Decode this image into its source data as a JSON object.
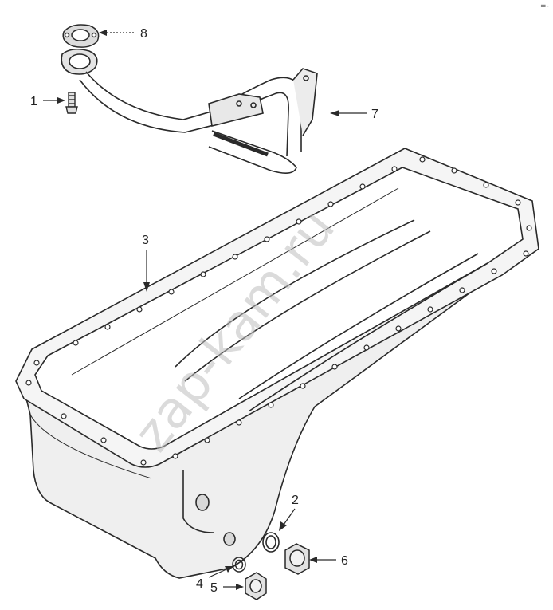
{
  "diagram": {
    "callouts": [
      {
        "id": "1",
        "label": "1"
      },
      {
        "id": "2",
        "label": "2"
      },
      {
        "id": "3",
        "label": "3"
      },
      {
        "id": "4",
        "label": "4"
      },
      {
        "id": "5",
        "label": "5"
      },
      {
        "id": "6",
        "label": "6"
      },
      {
        "id": "7",
        "label": "7"
      },
      {
        "id": "8",
        "label": "8"
      }
    ],
    "watermark": "zap-kam.ru",
    "corner_mark": "=-"
  },
  "colors": {
    "line": "#2a2a2a",
    "pan_fill": "#ebebeb",
    "gasket_fill": "#dcdcdc"
  }
}
